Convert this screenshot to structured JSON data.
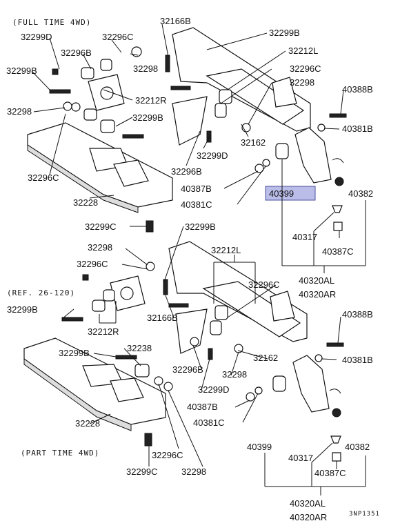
{
  "headers": {
    "full_time": "(FULL TIME 4WD)",
    "part_time": "(PART TIME 4WD)",
    "reference": "(REF. 26-120)",
    "code": "3NP1351"
  },
  "highlight_color": "#b9bde8",
  "top_labels": {
    "l32299D": "32299D",
    "l32296C_a": "32296C",
    "l32166B": "32166B",
    "l32299B_a": "32299B",
    "l32296B_a": "32296B",
    "l32212L": "32212L",
    "l32299B_b": "32299B",
    "l32298_a": "32298",
    "l32296C_b": "32296C",
    "l32298_b": "32298",
    "l32298_c": "32298",
    "l32212R": "32212R",
    "l32299B_c": "32299B",
    "l32162": "32162",
    "l32299D_b": "32299D",
    "l32296B_b": "32296B",
    "l32296C_c": "32296C",
    "l40387B": "40387B",
    "l40381C": "40381C",
    "l32228": "32228",
    "l40388B": "40388B",
    "l40381B": "40381B",
    "l40399": "40399",
    "l40382": "40382",
    "l40317": "40317",
    "l40387C": "40387C",
    "l40320AL": "40320AL",
    "l40320AR": "40320AR"
  },
  "bottom_labels": {
    "l32299C_a": "32299C",
    "l32299B_a": "32299B",
    "l32298_a": "32298",
    "l32212L": "32212L",
    "l32296C_a": "32296C",
    "l32296C_b": "32296C",
    "l32299B_b": "32299B",
    "l32166B": "32166B",
    "l32212R": "32212R",
    "l32299B_c": "32299B",
    "l32238": "32238",
    "l32162": "32162",
    "l32296B": "32296B",
    "l32298_b": "32298",
    "l32299D": "32299D",
    "l40387B": "40387B",
    "l40381C": "40381C",
    "l32228": "32228",
    "l32296C_c": "32296C",
    "l32299C_b": "32299C",
    "l32298_c": "32298",
    "l40388B": "40388B",
    "l40381B": "40381B",
    "l40399": "40399",
    "l40382": "40382",
    "l40317": "40317",
    "l40387C": "40387C",
    "l40320AL": "40320AL",
    "l40320AR": "40320AR"
  }
}
